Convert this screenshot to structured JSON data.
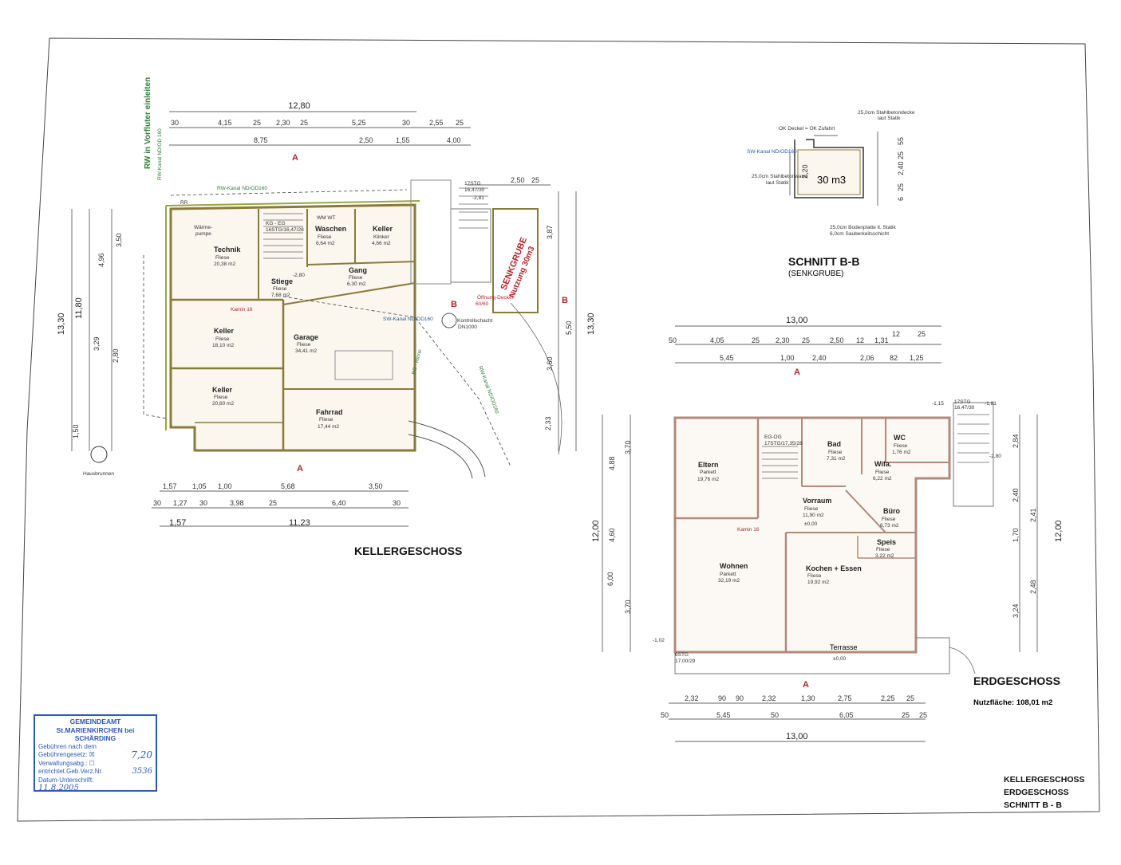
{
  "titles": {
    "keller": "KELLERGESCHOSS",
    "erd": "ERDGESCHOSS",
    "schnitt": "SCHNITT B-B",
    "schnitt_sub": "(SENKGRUBE)",
    "nutzflaeche": "Nutzfläche: 108,01 m2"
  },
  "legend": [
    "KELLERGESCHOSS",
    "ERDGESCHOSS",
    "SCHNITT  B - B"
  ],
  "stamp": {
    "head1": "GEMEINDEAMT",
    "head2": "St.MARIENKIRCHEN bei SCHÄRDING",
    "r1": "Gebühren nach dem",
    "r2_label": "Gebührengesetz: ☒",
    "r2_value": "7,20",
    "r3": "Verwaltungsabg.: ☐",
    "r4_label": "entrichtet.Geb.Verz.Nr.",
    "r4_value": "3536",
    "r5": "Datum-Unterschrift:",
    "r6_date": "11.8.2005"
  },
  "keller": {
    "rooms": {
      "technik": {
        "name": "Technik",
        "floor": "Fliese",
        "area": "20,38 m2"
      },
      "waschen": {
        "name": "Waschen",
        "floor": "Fliese",
        "area": "6,64 m2"
      },
      "keller_klinker": {
        "name": "Keller",
        "floor": "Klinker",
        "area": "4,66 m2"
      },
      "gang": {
        "name": "Gang",
        "floor": "Fliese",
        "area": "6,30 m2"
      },
      "stiege": {
        "name": "Stiege",
        "floor": "Fliese",
        "area": "7,68 m2"
      },
      "keller2": {
        "name": "Keller",
        "floor": "Fliese",
        "area": "18,10 m2"
      },
      "garage": {
        "name": "Garage",
        "floor": "Fliese",
        "area": "34,41 m2"
      },
      "keller3": {
        "name": "Keller",
        "floor": "Fliese",
        "area": "20,60 m2"
      },
      "fahrrad": {
        "name": "Fahrrad",
        "floor": "Fliese",
        "area": "17,44 m2"
      }
    },
    "labels": {
      "waerme": "Wärme-",
      "pumpe": "pumpe",
      "wm_wt": "WM  WT",
      "kamin": "Kamin 16",
      "hausbrunnen": "Hausbrunnen",
      "senk1": "SENKGRUBE",
      "senk2": "Nutzung 30m3",
      "oeffnung": "Öffnung-Deckel",
      "oeffnung2": "60/60",
      "kontroll": "Kontrollschacht",
      "kontroll2": "DN1000",
      "rw_kanal": "RW-Kanal ND/OD160",
      "rw_vorfluter": "RW in Vorfluter einleiten",
      "rw_kanal_v": "RW-Kanal ND/OD 160",
      "sw_kanal": "SW-Kanal ND/OD160",
      "bg_rinne": "BG - Rinne",
      "rw_kanal_r": "RW-Kanal ND/OD160",
      "stg": "17STG",
      "stg2": "16,47/30",
      "m281": "-2,81",
      "m280": "-2,80",
      "rr": "RR",
      "eg": "KG - EG",
      "eg2": "16STG/16,47/28",
      "b_left": "B",
      "b_right": "B",
      "a_top": "A",
      "a_bot": "A"
    },
    "dims_top1": {
      "total": "12,80"
    },
    "dims_top2": [
      "30",
      "4,15",
      "25",
      "2,30",
      "25",
      "5,25",
      "30",
      "2,55",
      "25"
    ],
    "dims_top3": [
      "8,75",
      "2,50",
      "1,55",
      "4,00"
    ],
    "dims_top4": [
      "2,50",
      "25"
    ],
    "dims_bot1": [
      "1,57",
      "1,05",
      "1,00",
      "5,68",
      "3,50"
    ],
    "dims_bot2": [
      "30",
      "1,27",
      "30",
      "3,98",
      "25",
      "6,40",
      "30"
    ],
    "dims_bot3": [
      "1,57",
      "11,23"
    ],
    "dims_left": [
      "13,30",
      "11,80",
      "3,50",
      "4,96",
      "3,29",
      "2,80",
      "1,50"
    ],
    "dims_right": [
      "13,30",
      "5,50",
      "3,60",
      "3,87",
      "2,33"
    ]
  },
  "erd": {
    "rooms": {
      "eltern": {
        "name": "Eltern",
        "floor": "Parkett",
        "area": "19,76 m2"
      },
      "bad": {
        "name": "Bad",
        "floor": "Fliese",
        "area": "7,31 m2"
      },
      "wc": {
        "name": "WC",
        "floor": "Fliese",
        "area": "1,76 m2"
      },
      "wifa": {
        "name": "Wifa.",
        "floor": "Fliese",
        "area": "6,22 m2"
      },
      "vorraum": {
        "name": "Vorraum",
        "floor": "Fliese",
        "area": "11,90 m2"
      },
      "buero": {
        "name": "Büro",
        "floor": "Fliese",
        "area": "6,73 m2"
      },
      "speis": {
        "name": "Speis",
        "floor": "Fliese",
        "area": "3,22 m2"
      },
      "wohnen": {
        "name": "Wohnen",
        "floor": "Parkett",
        "area": "32,19 m2"
      },
      "kochen": {
        "name": "Kochen + Essen",
        "floor": "Fliese",
        "area": "19,92 m2"
      }
    },
    "labels": {
      "terrasse": "Terrasse",
      "pm1": "±0,00",
      "pm2": "±0,00",
      "kamin": "Kamin 16",
      "eg_og": "EG-OG",
      "eg_og2": "17STG/17,35/28",
      "stg": "17STG",
      "stg2": "16,47/30",
      "stg_bot": "6STG",
      "stg_bot2": "17,00/29",
      "m115": "-1,15",
      "m181": "-1,81",
      "m280": "-2,80",
      "m102": "-1,02",
      "a_top": "A",
      "a_bot": "A"
    },
    "dims_top1": {
      "total": "13,00"
    },
    "dims_top2": [
      "50",
      "4,05",
      "25",
      "2,30",
      "25",
      "2,50",
      "12",
      "1,31",
      "12",
      "25"
    ],
    "dims_top3": [
      "5,45",
      "1,00",
      "2,40",
      "2,06",
      "82",
      "1,25"
    ],
    "dims_bot1": [
      "2,32",
      "90",
      "90",
      "2,32",
      "1,30",
      "2,75",
      "2,25",
      "25"
    ],
    "dims_bot2": [
      "50",
      "5,45",
      "50",
      "6,05",
      "25",
      "25"
    ],
    "dims_bot3": {
      "total": "13,00"
    },
    "dims_left": [
      "12,00",
      "4,88",
      "4,60",
      "6,00",
      "3,70",
      "3,70"
    ],
    "dims_right": [
      "12,00",
      "2,84",
      "2,40",
      "1,70",
      "2,41",
      "2,48",
      "3,24"
    ]
  },
  "schnitt": {
    "volume": "30 m3",
    "ok": "OK Deckel = OK Zufahrt",
    "top_note1": "25,0cm Stahlbetondecke",
    "top_note2": "laut Statik",
    "left_note1": "25,0cm Stahlbetonwand",
    "left_note2": "laut Statik",
    "bot_note1": "25,0cm Bodenplatte lt. Statik",
    "bot_note2": "6,0cm Sauberkeitsschicht",
    "sw": "SW-Kanal ND/OD160",
    "d_h": "2,20",
    "d_r": [
      "55",
      "25",
      "2,40",
      "25",
      "6"
    ]
  }
}
